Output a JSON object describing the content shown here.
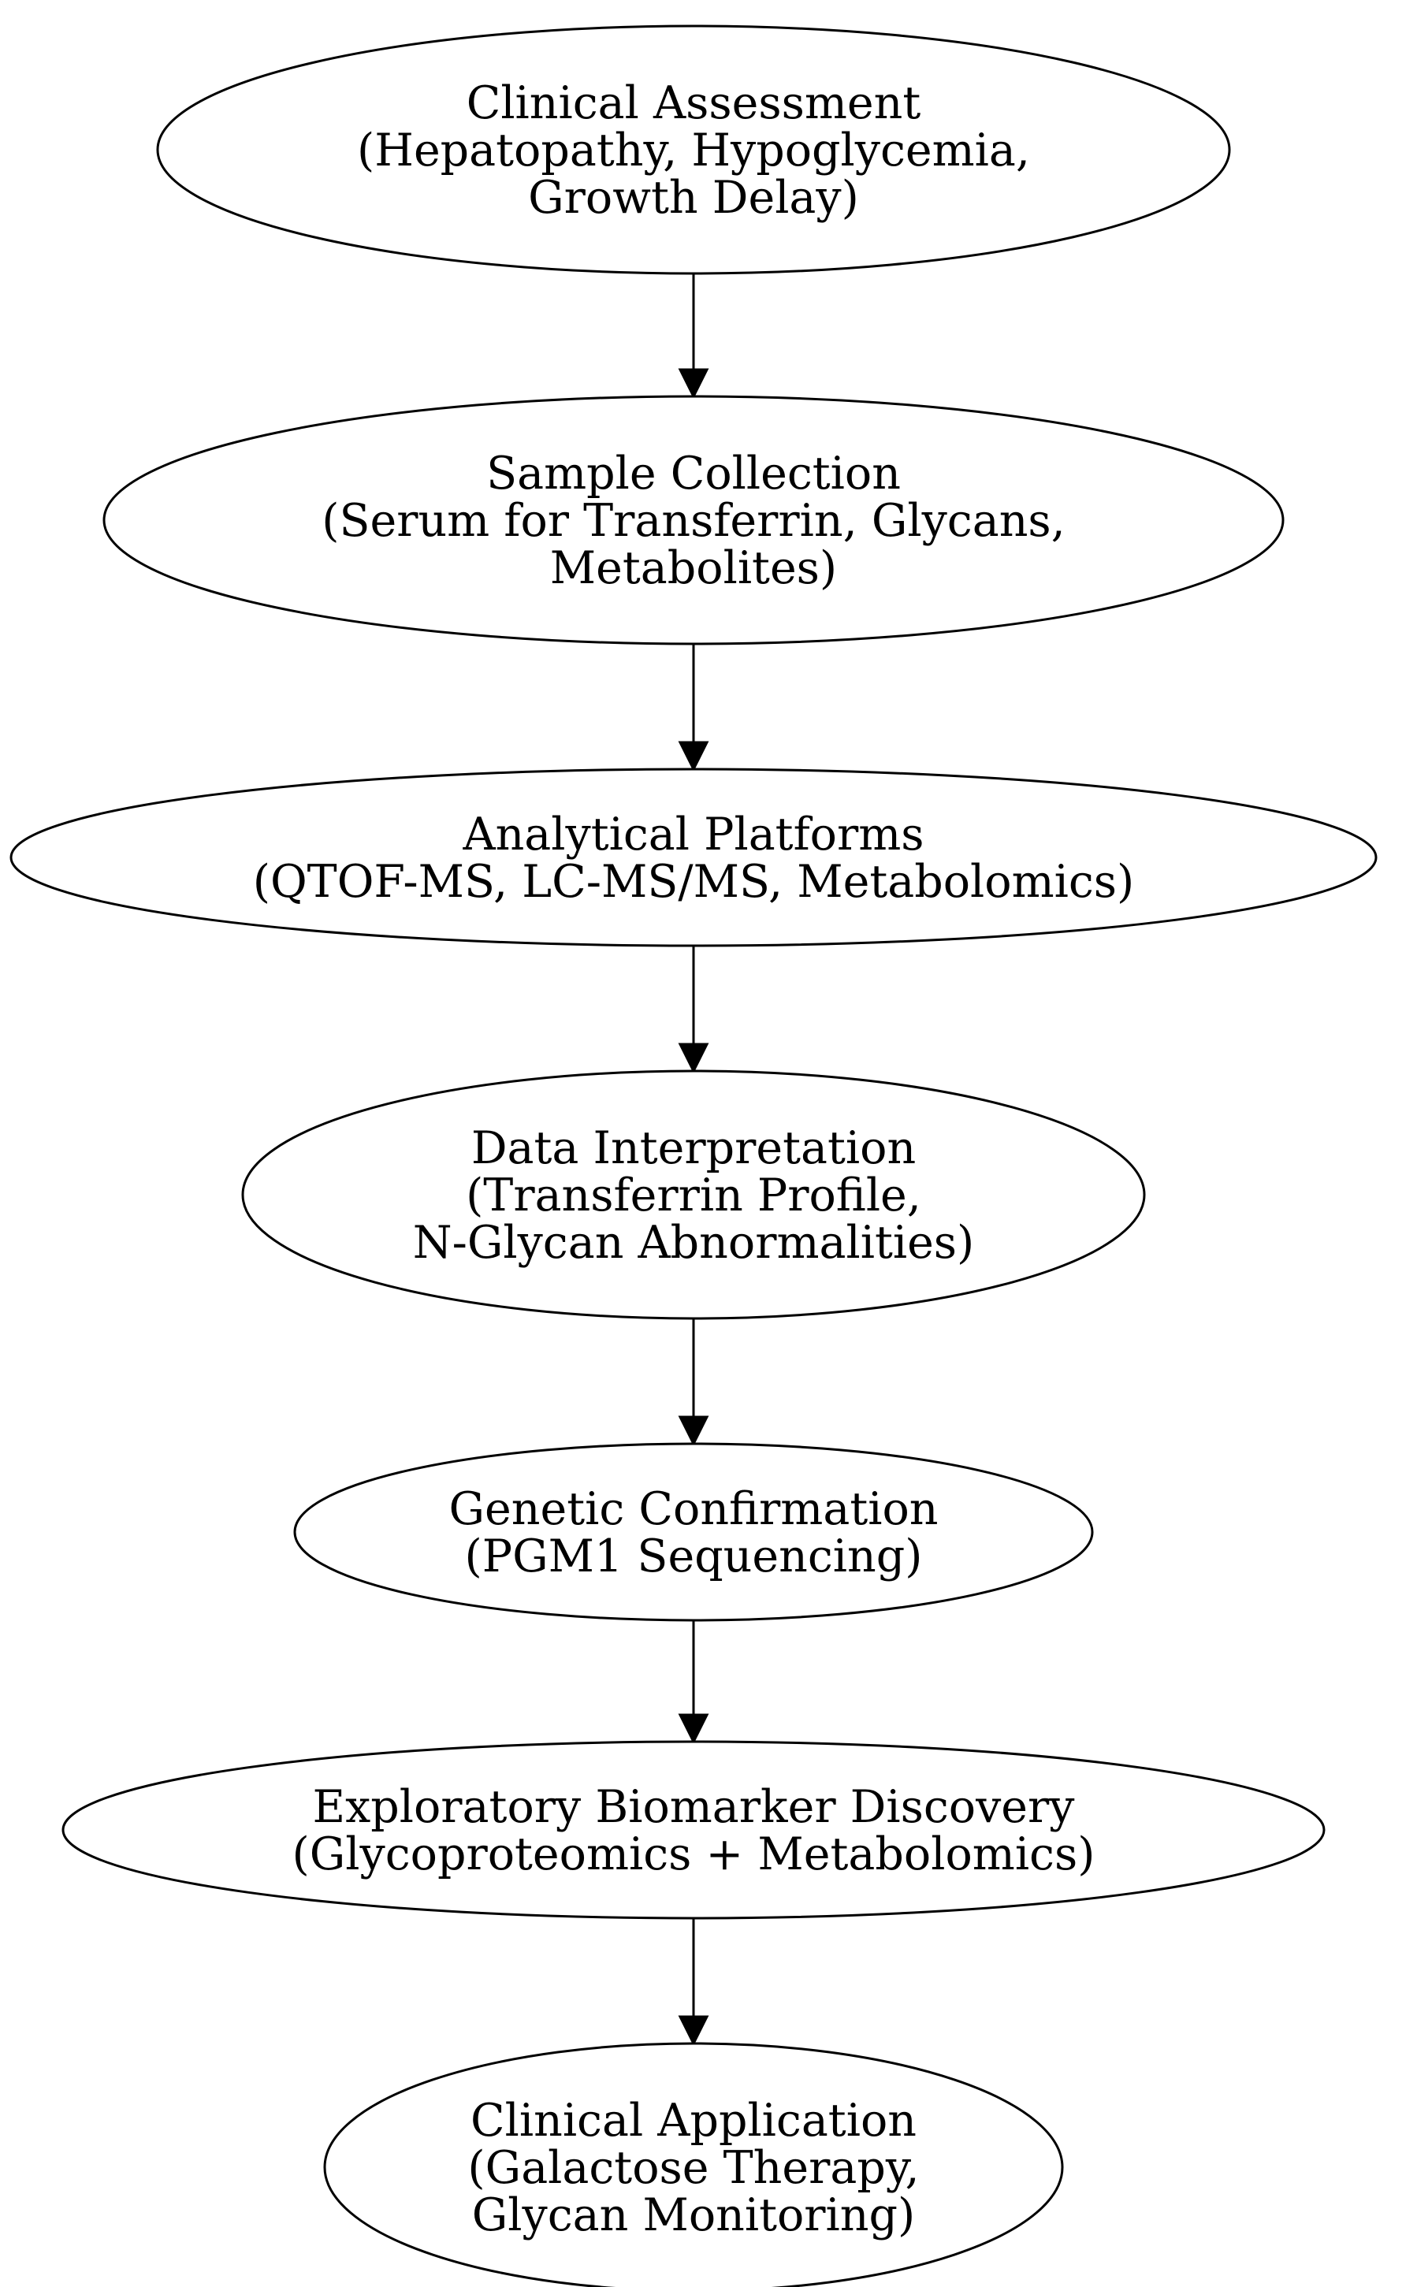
{
  "diagram": {
    "direction": "top-to-bottom",
    "node_shape": "ellipse",
    "colors": {
      "stroke": "#000000",
      "fill": "#ffffff",
      "text": "#000000",
      "background": "#ffffff"
    },
    "nodes": [
      {
        "id": "clinical-assessment",
        "lines": [
          "Clinical Assessment",
          "(Hepatopathy, Hypoglycemia,",
          "Growth Delay)"
        ]
      },
      {
        "id": "sample-collection",
        "lines": [
          "Sample Collection",
          "(Serum for Transferrin, Glycans,",
          "Metabolites)"
        ]
      },
      {
        "id": "analytical-platforms",
        "lines": [
          "Analytical Platforms",
          "(QTOF-MS, LC-MS/MS, Metabolomics)"
        ]
      },
      {
        "id": "data-interpretation",
        "lines": [
          "Data Interpretation",
          "(Transferrin Profile,",
          "N-Glycan Abnormalities)"
        ]
      },
      {
        "id": "genetic-confirmation",
        "lines": [
          "Genetic Confirmation",
          "(PGM1 Sequencing)"
        ]
      },
      {
        "id": "exploratory-biomarker-discovery",
        "lines": [
          "Exploratory Biomarker Discovery",
          "(Glycoproteomics + Metabolomics)"
        ]
      },
      {
        "id": "clinical-application",
        "lines": [
          "Clinical Application",
          "(Galactose Therapy,",
          "Glycan Monitoring)"
        ]
      }
    ],
    "edges": [
      {
        "from": "clinical-assessment",
        "to": "sample-collection"
      },
      {
        "from": "sample-collection",
        "to": "analytical-platforms"
      },
      {
        "from": "analytical-platforms",
        "to": "data-interpretation"
      },
      {
        "from": "data-interpretation",
        "to": "genetic-confirmation"
      },
      {
        "from": "genetic-confirmation",
        "to": "exploratory-biomarker-discovery"
      },
      {
        "from": "exploratory-biomarker-discovery",
        "to": "clinical-application"
      }
    ]
  }
}
